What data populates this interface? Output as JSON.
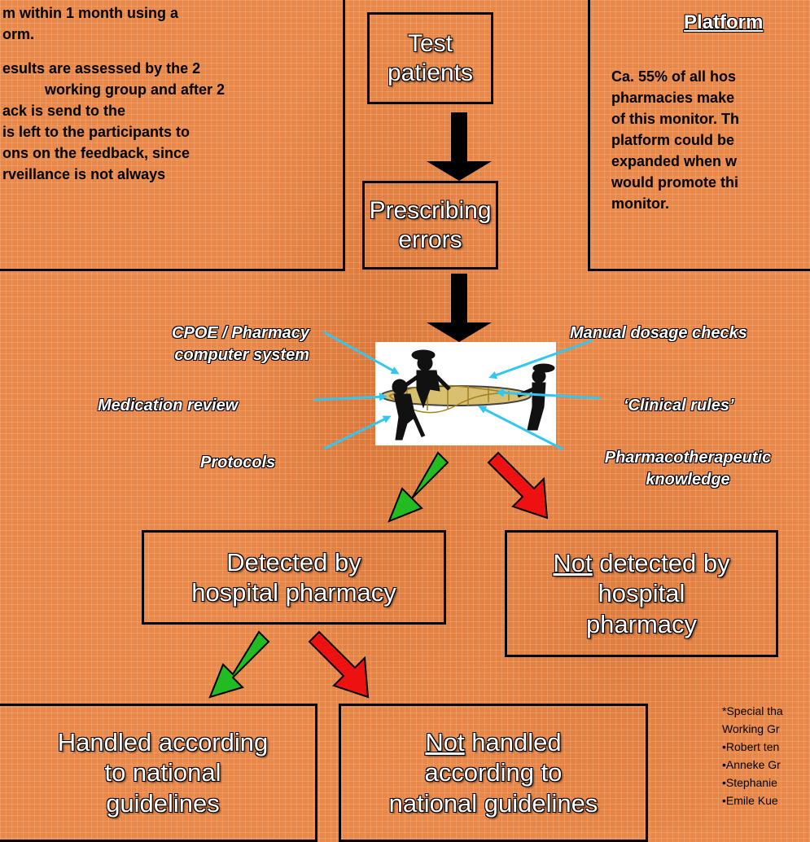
{
  "top_left_box": {
    "lines": [
      "m within 1 month using a",
      "orm.",
      "esults are assessed by the 2",
      "working group and after 2",
      "ack is send to the",
      "is left to the participants to",
      "ons on the feedback, since",
      "rveillance is not always"
    ]
  },
  "platform_box": {
    "heading": "Platform",
    "lines": [
      "Ca. 55% of all hos",
      "pharmacies make",
      "of this monitor. Th",
      "platform could be",
      "expanded when w",
      "would promote thi",
      "monitor."
    ]
  },
  "flow": {
    "test_patients": [
      "Test",
      "patients"
    ],
    "prescribing_errors": [
      "Prescribing",
      "errors"
    ],
    "detected": [
      "Detected by",
      "hospital pharmacy"
    ],
    "not_detected": {
      "underlined": "Not",
      "rest": " detected by",
      "line2": "hospital",
      "line3": "pharmacy"
    },
    "handled": [
      "Handled according",
      "to national",
      "guidelines"
    ],
    "not_handled": {
      "underlined": "Not",
      "rest": " handled",
      "line2": "according to",
      "line3": "national guidelines"
    }
  },
  "safety_net_labels": {
    "cpoe": [
      "CPOE / Pharmacy",
      "computer system"
    ],
    "medication_review": "Medication review",
    "protocols": "Protocols",
    "manual_dosage": "Manual dosage checks",
    "clinical_rules": "‘Clinical rules’",
    "pharmacotherapeutic": [
      "Pharmacotherapeutic",
      "knowledge"
    ]
  },
  "thanks": {
    "lines": [
      "*Special tha",
      "Working Gr",
      "•Robert ten",
      "•Anneke Gr",
      "•Stephanie",
      "•Emile Kue"
    ]
  },
  "colors": {
    "background": "#e8884a",
    "good_arrow": "#22bb22",
    "bad_arrow": "#ee1111",
    "pointer": "#33c6f2"
  }
}
